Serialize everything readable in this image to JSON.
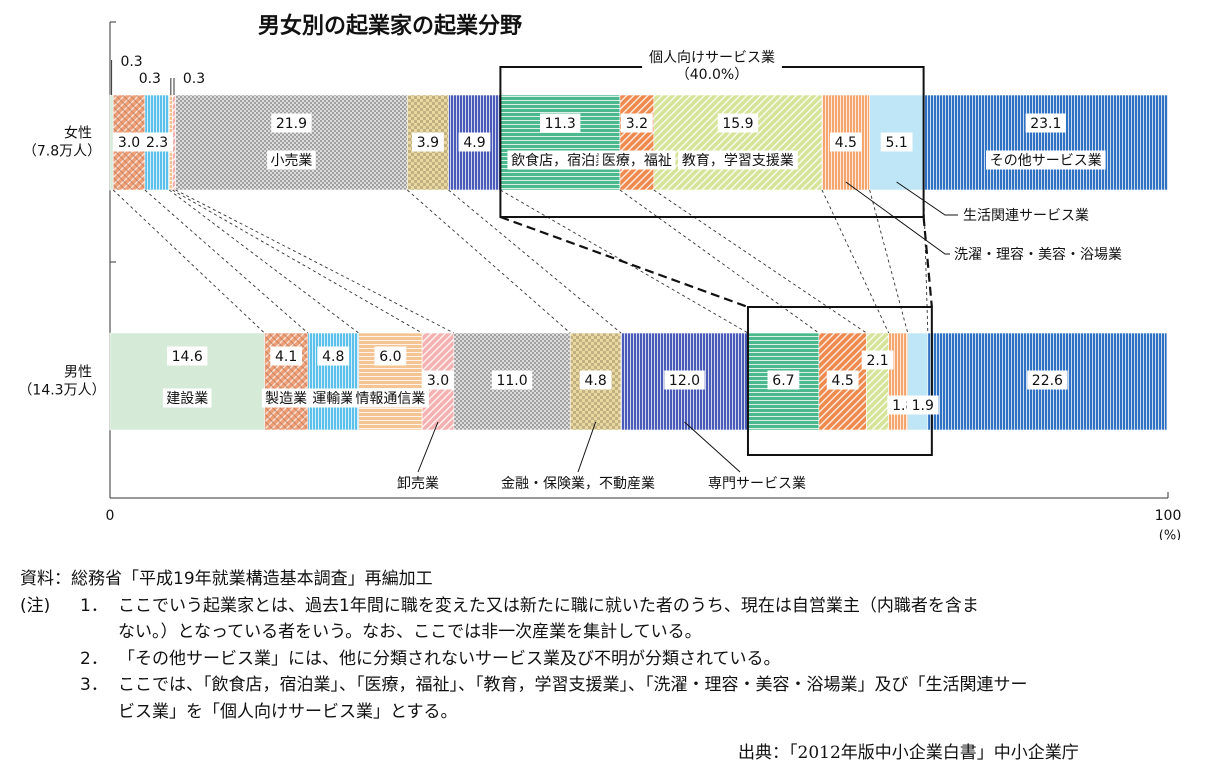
{
  "chart_data": {
    "type": "bar",
    "orientation": "horizontal-stacked-100",
    "title": "男女別の起業家の起業分野",
    "x_axis": {
      "min_label": "0",
      "max_label": "100",
      "unit": "(%)",
      "range": [
        0,
        100
      ]
    },
    "rows": [
      {
        "label_line1": "女性",
        "label_line2": "（7.8万人）",
        "segments": [
          {
            "name": "建設業",
            "value": 0.3,
            "label": "0.3",
            "show_name": false,
            "color": "#d6ead8",
            "pattern": "plain"
          },
          {
            "name": "製造業",
            "value": 3.0,
            "label": "3.0",
            "show_name": false,
            "color": "#f0a078",
            "pattern": "cross"
          },
          {
            "name": "運輸業",
            "value": 2.3,
            "label": "2.3",
            "show_name": false,
            "color": "#5bc0ea",
            "pattern": "vertical"
          },
          {
            "name": "情報通信業",
            "value": 0.3,
            "label": "0.3",
            "show_name": false,
            "color": "#f5c493",
            "pattern": "hstripe"
          },
          {
            "name": "卸売業",
            "value": 0.3,
            "label": "0.3",
            "show_name": false,
            "color": "#f4b1b1",
            "pattern": "diag"
          },
          {
            "name": "小売業",
            "value": 21.9,
            "label": "21.9",
            "show_name": true,
            "color": "#a0a0a0",
            "pattern": "dots"
          },
          {
            "name": "金融・保険業，不動産業",
            "value": 3.9,
            "label": "3.9",
            "show_name": false,
            "color": "#ead8a0",
            "pattern": "check"
          },
          {
            "name": "専門サービス業",
            "value": 4.9,
            "label": "4.9",
            "show_name": false,
            "color": "#4a5ab8",
            "pattern": "vertical"
          },
          {
            "name": "飲食店，宿泊業",
            "value": 11.3,
            "label": "11.3",
            "show_name": true,
            "color": "#4cb88e",
            "pattern": "hstripe"
          },
          {
            "name": "医療，福祉",
            "value": 3.2,
            "label": "3.2",
            "show_name": true,
            "color": "#ee8a4e",
            "pattern": "diag"
          },
          {
            "name": "教育，学習支援業",
            "value": 15.9,
            "label": "15.9",
            "show_name": true,
            "color": "#d6e49a",
            "pattern": "diag"
          },
          {
            "name": "洗濯・理容・美容・浴場業",
            "value": 4.5,
            "label": "4.5",
            "show_name": false,
            "color": "#f4a66e",
            "pattern": "vertical"
          },
          {
            "name": "生活関連サービス業",
            "value": 5.1,
            "label": "5.1",
            "show_name": false,
            "color": "#bfe6f6",
            "pattern": "plain"
          },
          {
            "name": "その他サービス業",
            "value": 23.1,
            "label": "23.1",
            "show_name": true,
            "color": "#2f72c4",
            "pattern": "vertical"
          }
        ]
      },
      {
        "label_line1": "男性",
        "label_line2": "（14.3万人）",
        "segments": [
          {
            "name": "建設業",
            "value": 14.6,
            "label": "14.6",
            "show_name": true,
            "color": "#d6ead8",
            "pattern": "plain"
          },
          {
            "name": "製造業",
            "value": 4.1,
            "label": "4.1",
            "show_name": true,
            "color": "#f0a078",
            "pattern": "cross"
          },
          {
            "name": "運輸業",
            "value": 4.8,
            "label": "4.8",
            "show_name": true,
            "color": "#5bc0ea",
            "pattern": "vertical"
          },
          {
            "name": "情報通信業",
            "value": 6.0,
            "label": "6.0",
            "show_name": true,
            "color": "#f5c493",
            "pattern": "hstripe"
          },
          {
            "name": "卸売業",
            "value": 3.0,
            "label": "3.0",
            "show_name": false,
            "color": "#f4b1b1",
            "pattern": "diag"
          },
          {
            "name": "小売業",
            "value": 11.0,
            "label": "11.0",
            "show_name": false,
            "color": "#a0a0a0",
            "pattern": "dots"
          },
          {
            "name": "金融・保険業，不動産業",
            "value": 4.8,
            "label": "4.8",
            "show_name": false,
            "color": "#ead8a0",
            "pattern": "check"
          },
          {
            "name": "専門サービス業",
            "value": 12.0,
            "label": "12.0",
            "show_name": false,
            "color": "#4a5ab8",
            "pattern": "vertical"
          },
          {
            "name": "飲食店，宿泊業",
            "value": 6.7,
            "label": "6.7",
            "show_name": false,
            "color": "#4cb88e",
            "pattern": "hstripe"
          },
          {
            "name": "医療，福祉",
            "value": 4.5,
            "label": "4.5",
            "show_name": false,
            "color": "#ee8a4e",
            "pattern": "diag"
          },
          {
            "name": "教育，学習支援業",
            "value": 2.1,
            "label": "2.1",
            "show_name": false,
            "color": "#d6e49a",
            "pattern": "diag"
          },
          {
            "name": "洗濯・理容・美容・浴場業",
            "value": 1.8,
            "label": "1.8",
            "show_name": false,
            "color": "#f4a66e",
            "pattern": "vertical"
          },
          {
            "name": "生活関連サービス業",
            "value": 1.9,
            "label": "1.9",
            "show_name": false,
            "color": "#bfe6f6",
            "pattern": "plain"
          },
          {
            "name": "その他サービス業",
            "value": 22.6,
            "label": "22.6",
            "show_name": false,
            "color": "#2f72c4",
            "pattern": "vertical"
          }
        ]
      }
    ],
    "personal_services_group": {
      "label": "個人向けサービス業",
      "share": "（40.0%）",
      "first_segment_index": 8,
      "last_segment_index": 12
    },
    "callouts": [
      {
        "text": "生活関連サービス業",
        "row": 0,
        "segment_index": 12
      },
      {
        "text": "洗濯・理容・美容・浴場業",
        "row": 0,
        "segment_index": 11
      },
      {
        "text": "卸売業",
        "row": 1,
        "segment_index": 4
      },
      {
        "text": "金融・保険業，不動産業",
        "row": 1,
        "segment_index": 6
      },
      {
        "text": "専門サービス業",
        "row": 1,
        "segment_index": 7
      }
    ]
  },
  "notes": {
    "source_line": "資料：総務省「平成19年就業構造基本調査」再編加工",
    "lead": "(注)",
    "items": [
      {
        "number": "1．",
        "text": "ここでいう起業家とは、過去1年間に職を変えた又は新たに職に就いた者のうち、現在は自営業主（内職者を含ま",
        "continuation": "ない。）となっている者をいう。なお、ここでは非一次産業を集計している。"
      },
      {
        "number": "2．",
        "text": "「その他サービス業」には、他に分類されないサービス業及び不明が分類されている。",
        "continuation": ""
      },
      {
        "number": "3．",
        "text": "ここでは、「飲食店，宿泊業」、「医療，福祉」、「教育，学習支援業」、「洗濯・理容・美容・浴場業」及び「生活関連サー",
        "continuation": "ビス業」を「個人向けサービス業」とする。"
      }
    ]
  },
  "citation": "出典：「2012年版中小企業白書」中小企業庁"
}
